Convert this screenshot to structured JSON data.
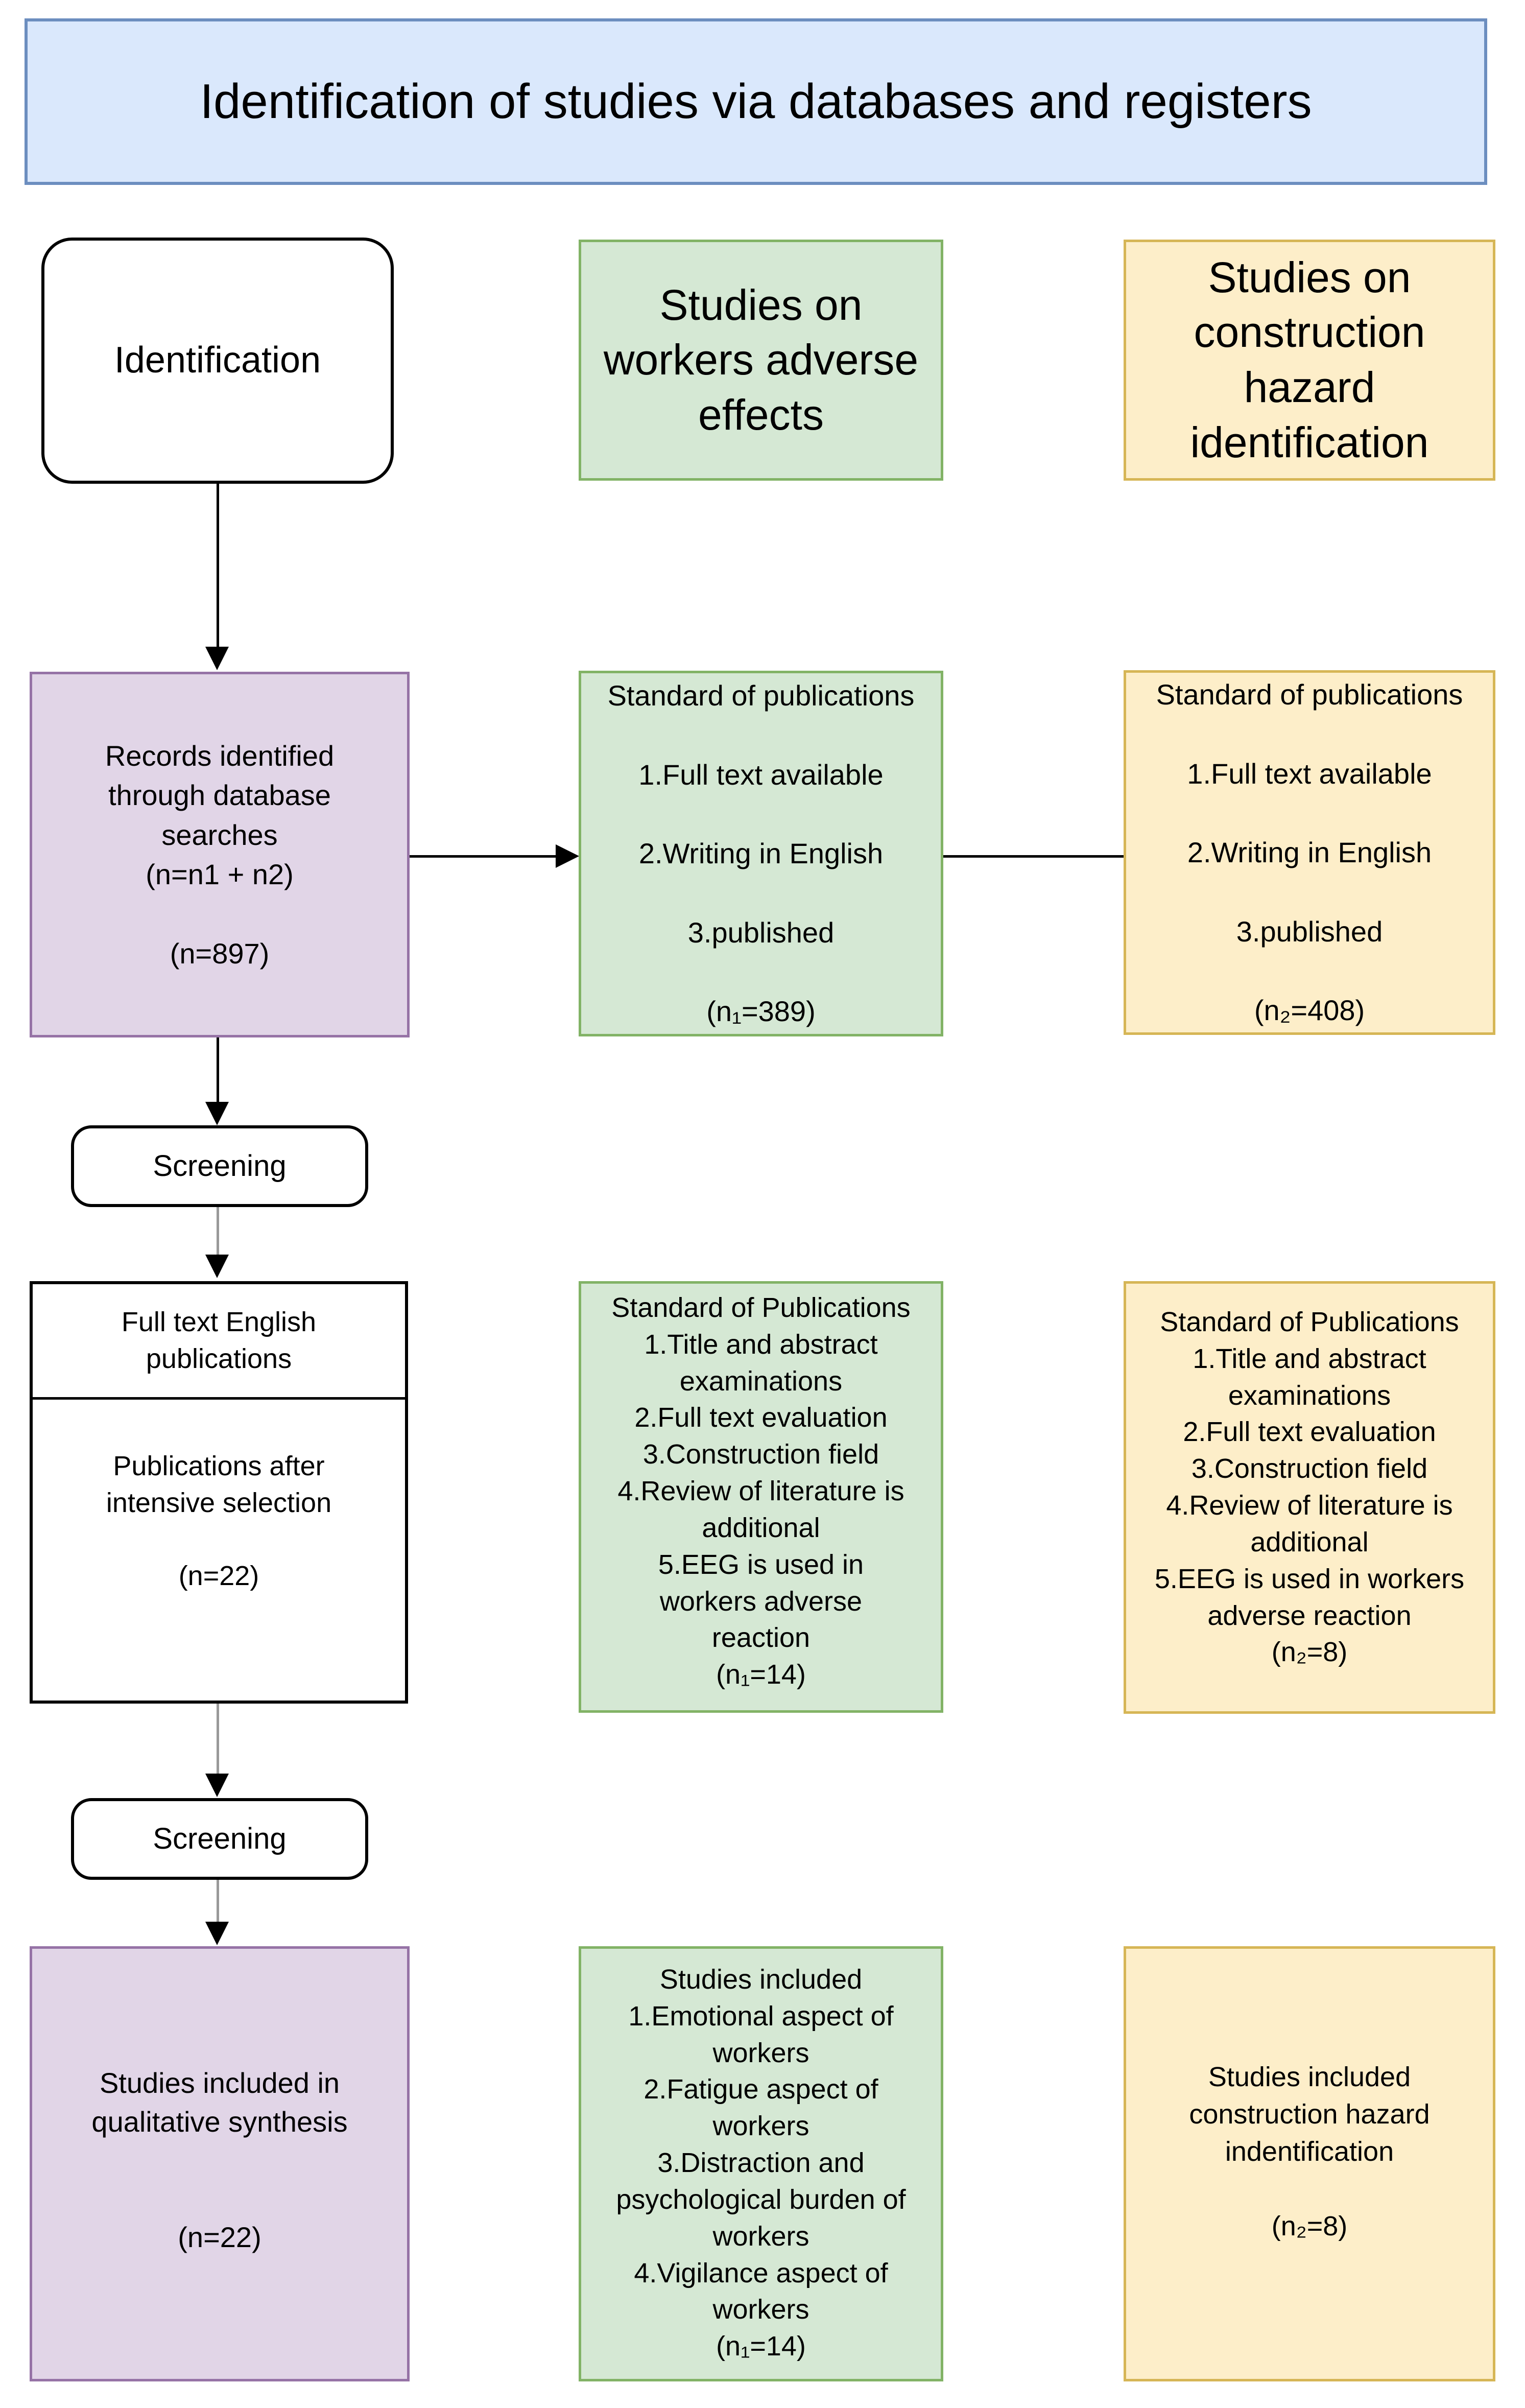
{
  "banner": {
    "title": "Identification of studies via databases and registers"
  },
  "nodes": {
    "identification": {
      "label": "Identification"
    },
    "header_green": {
      "lines": [
        "Studies on",
        "workers adverse",
        "effects"
      ]
    },
    "header_yellow": {
      "lines": [
        "Studies on",
        "construction",
        "hazard",
        "identification"
      ]
    },
    "records": {
      "lines": [
        "Records identified",
        "through database",
        "searches",
        "(n=n1 + n2)",
        "",
        "(n=897)"
      ]
    },
    "standard_green": {
      "lines": [
        "Standard of publications",
        "",
        "1.Full text available",
        "",
        "2.Writing in English",
        "",
        "3.published",
        "",
        "(n₁=389)"
      ]
    },
    "standard_yellow": {
      "lines": [
        "Standard of publications",
        "",
        "1.Full text available",
        "",
        "2.Writing in English",
        "",
        "3.published",
        "",
        "(n₂=408)"
      ]
    },
    "screening_1": {
      "label": "Screening"
    },
    "fulltext_top": {
      "lines": [
        "Full text English",
        "publications"
      ]
    },
    "fulltext_bottom": {
      "lines": [
        "Publications after",
        "intensive selection",
        "",
        "(n=22)"
      ]
    },
    "standard2_green": {
      "lines": [
        "Standard of Publications",
        "1.Title and abstract",
        "examinations",
        "2.Full text evaluation",
        "3.Construction field",
        "4.Review of literature is",
        "additional",
        "5.EEG is used in",
        "workers adverse",
        "reaction",
        "(n₁=14)"
      ]
    },
    "standard2_yellow": {
      "lines": [
        "Standard of Publications",
        "1.Title and abstract",
        "examinations",
        "2.Full text evaluation",
        "3.Construction field",
        "4.Review of literature is",
        "additional",
        "5.EEG is used in workers",
        "adverse reaction",
        "(n₂=8)"
      ]
    },
    "screening_2": {
      "label": "Screening"
    },
    "included_purple": {
      "lines": [
        "Studies included in",
        "qualitative synthesis",
        "",
        "",
        "(n=22)"
      ]
    },
    "included_green": {
      "lines": [
        "Studies included",
        "1.Emotional aspect of",
        "workers",
        "2.Fatigue aspect of",
        "workers",
        "3.Distraction and",
        "psychological burden of",
        "workers",
        "4.Vigilance aspect of",
        "workers",
        "(n₁=14)"
      ]
    },
    "included_yellow": {
      "lines": [
        "Studies included",
        "construction hazard",
        "indentification",
        "",
        "(n₂=8)"
      ]
    }
  },
  "colors": {
    "banner_fill": "#dae8fc",
    "banner_border": "#6c8ebf",
    "green_fill": "#d5e8d4",
    "green_border": "#82b366",
    "yellow_fill": "#fdeec9",
    "yellow_border": "#d6b656",
    "purple_fill": "#e1d5e7",
    "purple_border": "#9673a6",
    "node_border": "#000000",
    "connector_gray": "#999999"
  }
}
